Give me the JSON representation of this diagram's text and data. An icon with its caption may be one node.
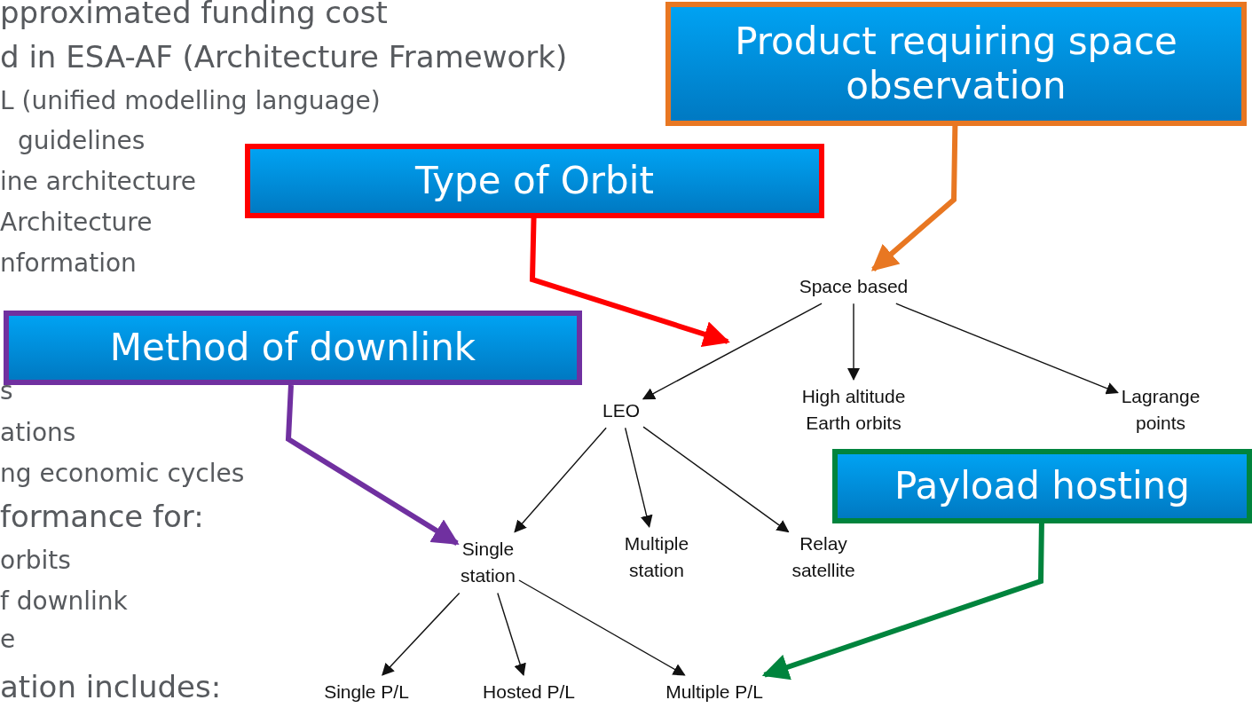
{
  "diagram": {
    "nodes": [
      {
        "text": [
          "Product requiring space observation"
        ]
      },
      {
        "text": [
          "Type of Orbit"
        ]
      },
      {
        "text": [
          "Method of downlink"
        ]
      },
      {
        "text": [
          "Payload hosting"
        ]
      },
      {
        "text": [
          "Space based"
        ]
      },
      {
        "text": [
          "LEO"
        ]
      },
      {
        "text": [
          "High altitude Earth orbits"
        ]
      },
      {
        "text": [
          "Lagrange points"
        ]
      },
      {
        "text": [
          "Single station"
        ]
      },
      {
        "text": [
          "Multiple station"
        ]
      },
      {
        "text": [
          "Relay satellite"
        ]
      },
      {
        "text": [
          "Single P/L"
        ]
      },
      {
        "text": [
          "Hosted P/L"
        ]
      },
      {
        "text": [
          "Multiple P/L"
        ]
      }
    ],
    "edges": [
      {
        "from": 0,
        "to": 4,
        "arrow": "to",
        "style": "thick",
        "color": "#e87722"
      },
      {
        "from": 1,
        "to": null,
        "arrow": "to",
        "style": "thick",
        "color": "#ff0000"
      },
      {
        "from": 2,
        "to": 8,
        "arrow": "to",
        "style": "thick",
        "color": "#7030a0"
      },
      {
        "from": 3,
        "to": 13,
        "arrow": "to",
        "style": "thick",
        "color": "#00843d"
      },
      {
        "from": 4,
        "to": 5,
        "arrow": "to"
      },
      {
        "from": 4,
        "to": 6,
        "arrow": "to"
      },
      {
        "from": 4,
        "to": 7,
        "arrow": "to"
      },
      {
        "from": 5,
        "to": 8,
        "arrow": "to"
      },
      {
        "from": 5,
        "to": 9,
        "arrow": "to"
      },
      {
        "from": 5,
        "to": 10,
        "arrow": "to"
      },
      {
        "from": 8,
        "to": 11,
        "arrow": "to"
      },
      {
        "from": 8,
        "to": 12,
        "arrow": "to"
      },
      {
        "from": 8,
        "to": 13,
        "arrow": "to"
      }
    ],
    "labels": [
      "pproximated funding cost",
      "d in ESA-AF (Architecture Framework)",
      "L (unified modelling language)",
      "guidelines",
      "ine architecture",
      "Architecture",
      "nformation",
      "s",
      "ations",
      "ng economic cycles",
      "formance for:",
      "orbits",
      "f downlink",
      "e",
      "ation includes:"
    ]
  }
}
